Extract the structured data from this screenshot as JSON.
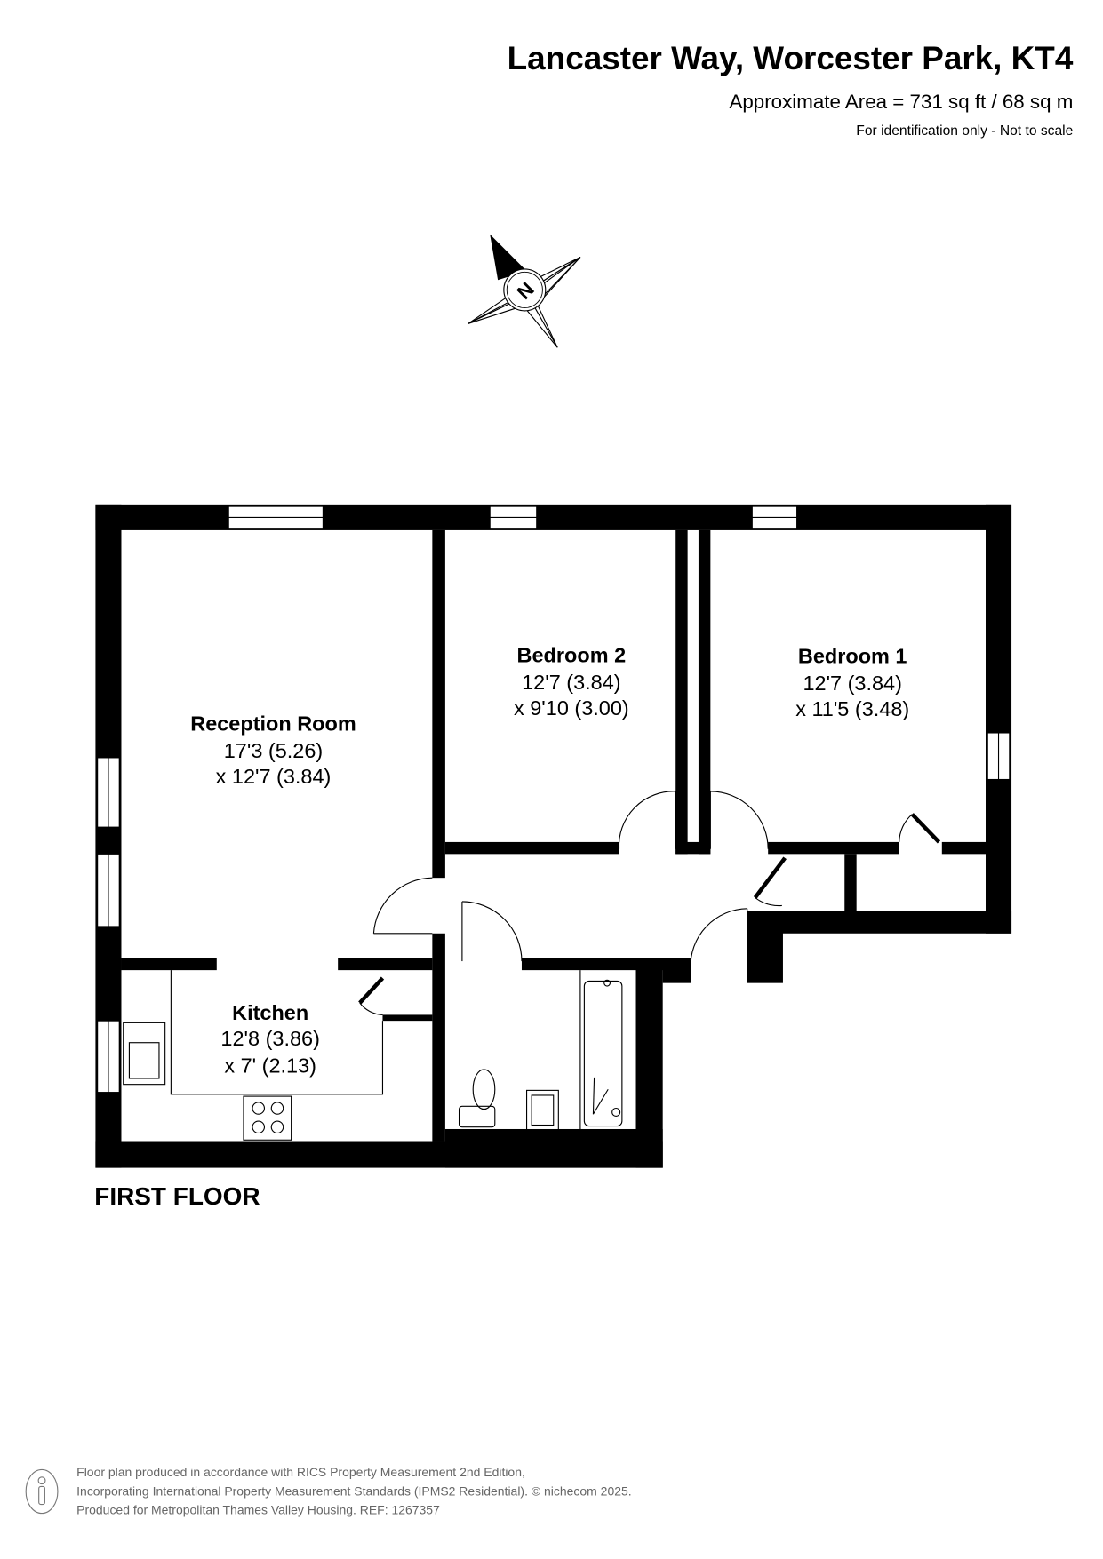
{
  "header": {
    "title": "Lancaster Way, Worcester Park, KT4",
    "area": "Approximate Area = 731 sq ft / 68 sq m",
    "disclaimer": "For identification only - Not to scale"
  },
  "compass": {
    "label": "N"
  },
  "rooms": [
    {
      "name": "Reception Room",
      "dim1": "17'3 (5.26)",
      "dim2": "x 12'7 (3.84)"
    },
    {
      "name": "Bedroom 2",
      "dim1": "12'7 (3.84)",
      "dim2": "x 9'10 (3.00)"
    },
    {
      "name": "Bedroom 1",
      "dim1": "12'7 (3.84)",
      "dim2": "x 11'5 (3.48)"
    },
    {
      "name": "Kitchen",
      "dim1": "12'8 (3.86)",
      "dim2": "x 7' (2.13)"
    }
  ],
  "floor_label": "FIRST FLOOR",
  "footer": {
    "line1": "Floor plan produced in accordance with RICS Property Measurement 2nd Edition,",
    "line2": "Incorporating International Property Measurement Standards (IPMS2 Residential).   © nichecom 2025.",
    "line3": "Produced for Metropolitan Thames Valley Housing.   REF: 1267357"
  }
}
